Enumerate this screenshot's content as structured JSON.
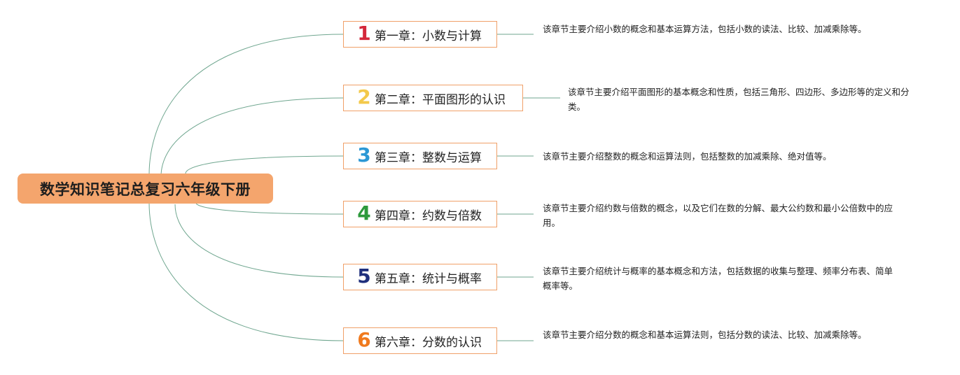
{
  "root": {
    "title": "数学知识笔记总复习六年级下册"
  },
  "connector_color": "#6fa68f",
  "chapters": [
    {
      "number": "1",
      "number_color": "#d4283b",
      "title": "第一章：小数与计算",
      "description": "该章节主要介绍小数的概念和基本运算方法，包括小数的读法、比较、加减乘除等。"
    },
    {
      "number": "2",
      "number_color": "#f3c94b",
      "title": "第二章：平面图形的认识",
      "description": "该章节主要介绍平面图形的基本概念和性质，包括三角形、四边形、多边形等的定义和分类。"
    },
    {
      "number": "3",
      "number_color": "#2c98d5",
      "title": "第三章：整数与运算",
      "description": "该章节主要介绍整数的概念和运算法则，包括整数的加减乘除、绝对值等。"
    },
    {
      "number": "4",
      "number_color": "#2d9a3c",
      "title": "第四章：约数与倍数",
      "description": "该章节主要介绍约数与倍数的概念，以及它们在数的分解、最大公约数和最小公倍数中的应用。"
    },
    {
      "number": "5",
      "number_color": "#1f2f7c",
      "title": "第五章：统计与概率",
      "description": "该章节主要介绍统计与概率的基本概念和方法，包括数据的收集与整理、频率分布表、简单概率等。"
    },
    {
      "number": "6",
      "number_color": "#f07a1e",
      "title": "第六章：分数的认识",
      "description": "该章节主要介绍分数的概念和基本运算法则，包括分数的读法、比较、加减乘除等。"
    }
  ]
}
